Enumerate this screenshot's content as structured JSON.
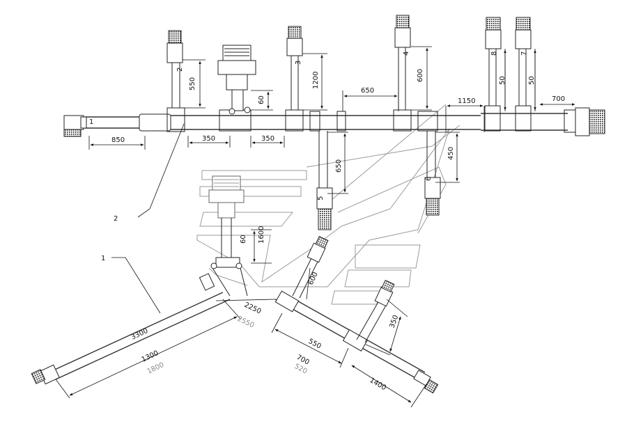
{
  "drawing": {
    "callouts": {
      "harness_main": "1",
      "harness_branch": "2"
    },
    "connector_numbers": {
      "c1": "1",
      "c2": "2",
      "c3": "3",
      "c4": "4",
      "c5": "5",
      "c6": "6",
      "c7": "7",
      "c8": "8"
    },
    "top_dimensions": {
      "d850": "850",
      "d350a": "350",
      "d350b": "350",
      "d550": "550",
      "d60a": "60",
      "d1200": "1200",
      "d650a": "650",
      "d600a": "600",
      "d1150": "1150",
      "d50a": "50",
      "d50b": "50",
      "d700a": "700",
      "d650b": "650",
      "d450": "450"
    },
    "lower_dimensions": {
      "d1600": "1600",
      "d60b": "60",
      "d600b": "600",
      "d2250": "2250",
      "d2550": "2550",
      "d3300": "3300",
      "d1300": "1300",
      "d1800": "1800",
      "d550": "550",
      "d700b": "700",
      "d520": "520",
      "d350c": "350",
      "d1400": "1400"
    }
  },
  "icons": [
    "connector-plug-icon",
    "main-connector-icon",
    "ground-stud-icon"
  ]
}
